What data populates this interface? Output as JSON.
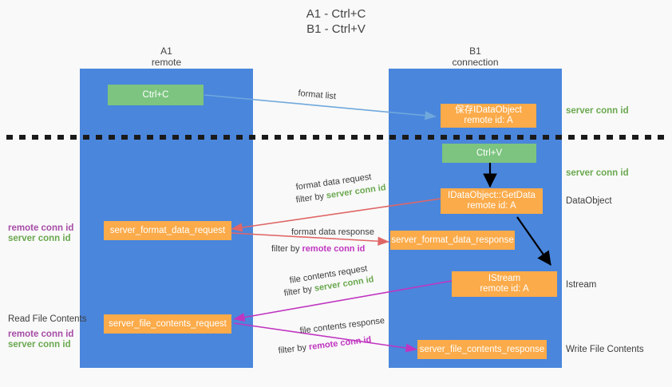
{
  "title": {
    "line1": "A1 - Ctrl+C",
    "line2": "B1 - Ctrl+V"
  },
  "lanes": [
    {
      "name": "A1",
      "sub": "remote"
    },
    {
      "name": "B1",
      "sub": "connection"
    }
  ],
  "nodes": {
    "ctrl_c": "Ctrl+C",
    "save_dataobject_l1": "保存IDataObject",
    "save_dataobject_l2": "remote id: A",
    "ctrl_v": "Ctrl+V",
    "getdata_l1": "IDataObject::GetData",
    "getdata_l2": "remote id: A",
    "format_data_request": "server_format_data_request",
    "format_data_response": "server_format_data_response",
    "istream_l1": "IStream",
    "istream_l2": "remote id: A",
    "file_contents_request": "server_file_contents_request",
    "file_contents_response": "server_file_contents_response"
  },
  "right_labels": {
    "server_conn_id_top": "server conn id",
    "server_conn_id_mid": "server conn id",
    "dataobject": "DataObject",
    "istream": "Istream",
    "write_file_contents": "Write File Contents"
  },
  "left_labels": {
    "remote_conn_id_1": "remote conn id",
    "server_conn_id_1": "server conn id",
    "read_file_contents": "Read File Contents",
    "remote_conn_id_2": "remote conn id",
    "server_conn_id_2": "server conn id"
  },
  "edges": {
    "format_list": "format list",
    "format_data_request": "format data request",
    "format_data_request_filter_prefix": "filter by ",
    "format_data_request_filter_key": "server conn id",
    "format_data_response": "format data response",
    "format_data_response_filter_prefix": "filter by ",
    "format_data_response_filter_key": "remote conn id",
    "file_contents_request": "file contents request",
    "file_contents_request_filter_prefix": "filter by ",
    "file_contents_request_filter_key": "server conn id",
    "file_contents_response": "file contents response",
    "file_contents_response_filter_prefix": "filter by ",
    "file_contents_response_filter_key": "remote conn id"
  },
  "colors": {
    "lane": "#4a86dc",
    "green_node": "#7cc47f",
    "orange_node": "#fbab4a",
    "background": "#f9f9f9",
    "server_conn_id": "#6aa84f",
    "remote_conn_id": "#a64ca6",
    "arrow_light_blue": "#6fa8dc",
    "arrow_red": "#e06666",
    "arrow_magenta": "#c035c0",
    "arrow_black": "#000000",
    "divider": "#1a1a1a"
  }
}
